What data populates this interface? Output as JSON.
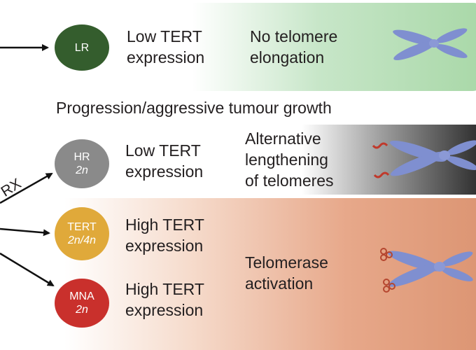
{
  "colors": {
    "lr_node": "#345d2d",
    "hr_node": "#8a8a8a",
    "tert_node": "#e0a93a",
    "mna_node": "#c9302c",
    "chromosome": "#7f8fd0",
    "telomere_red": "#c0392b",
    "panel_green": "#a9d8a8",
    "panel_dark": "#2b2b2b",
    "panel_orange": "#dc9573"
  },
  "rows": [
    {
      "node_label": "LR",
      "node_sub": "",
      "expression": [
        "Low TERT",
        "expression"
      ],
      "outcome": [
        "No telomere",
        "elongation"
      ]
    },
    {
      "node_label": "HR",
      "node_sub": "2n",
      "expression": [
        "Low TERT",
        "expression"
      ],
      "outcome": [
        "Alternative",
        "lengthening",
        "of telomeres"
      ]
    },
    {
      "node_label": "TERT",
      "node_sub": "2n/4n",
      "expression": [
        "High TERT",
        "expression"
      ]
    },
    {
      "node_label": "MNA",
      "node_sub": "2n",
      "expression": [
        "High TERT",
        "expression"
      ]
    }
  ],
  "shared_outcome": [
    "Telomerase",
    "activation"
  ],
  "progression_label": "Progression/aggressive tumour growth",
  "branch_label": "RX",
  "icons": {
    "chromosome": "chromosome-icon",
    "arrow": "arrow-icon"
  }
}
